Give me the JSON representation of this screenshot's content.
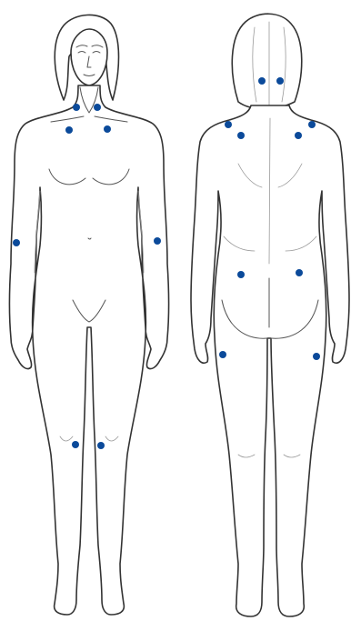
{
  "point_color": "#0b4a9a",
  "outline_color": "#333333",
  "figures": [
    {
      "view": "front",
      "points": [
        "left-occiput-front",
        "right-occiput-front",
        "left-lower-cervical",
        "right-lower-cervical",
        "left-lateral-epicondyle",
        "right-lateral-epicondyle",
        "left-knee",
        "right-knee"
      ]
    },
    {
      "view": "back",
      "points": [
        "left-occiput",
        "right-occiput",
        "left-trapezius",
        "right-trapezius",
        "left-supraspinatus",
        "right-supraspinatus",
        "left-gluteal",
        "right-gluteal",
        "left-greater-trochanter",
        "right-greater-trochanter"
      ]
    }
  ]
}
